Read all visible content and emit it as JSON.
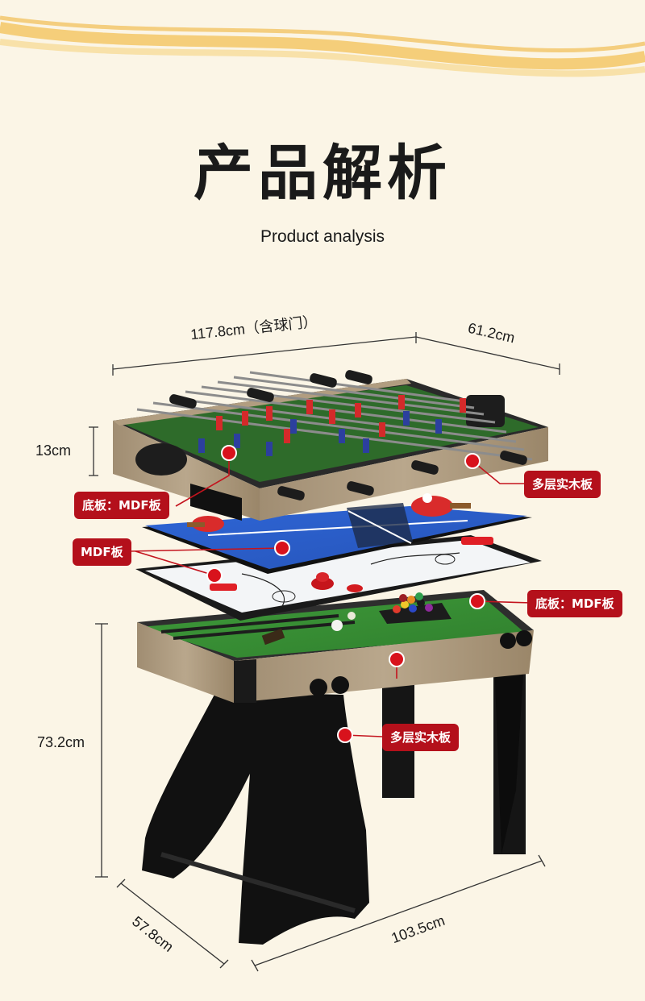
{
  "heading": {
    "title": "产品解析",
    "subtitle": "Product analysis"
  },
  "dimensions": {
    "length_top": "117.8cm（含球门）",
    "width_top": "61.2cm",
    "height_top": "13cm",
    "height_total": "73.2cm",
    "depth_bottom": "57.8cm",
    "length_bottom": "103.5cm"
  },
  "labels": {
    "left_upper": "底板：MDF板",
    "right_upper": "多层实木板",
    "left_middle": "MDF板",
    "right_middle": "底板：MDF板",
    "center_lower": "多层实木板"
  },
  "colors": {
    "background": "#fbf5e6",
    "tag_red": "#b4101b",
    "wave_gold": "#f2c14e"
  }
}
